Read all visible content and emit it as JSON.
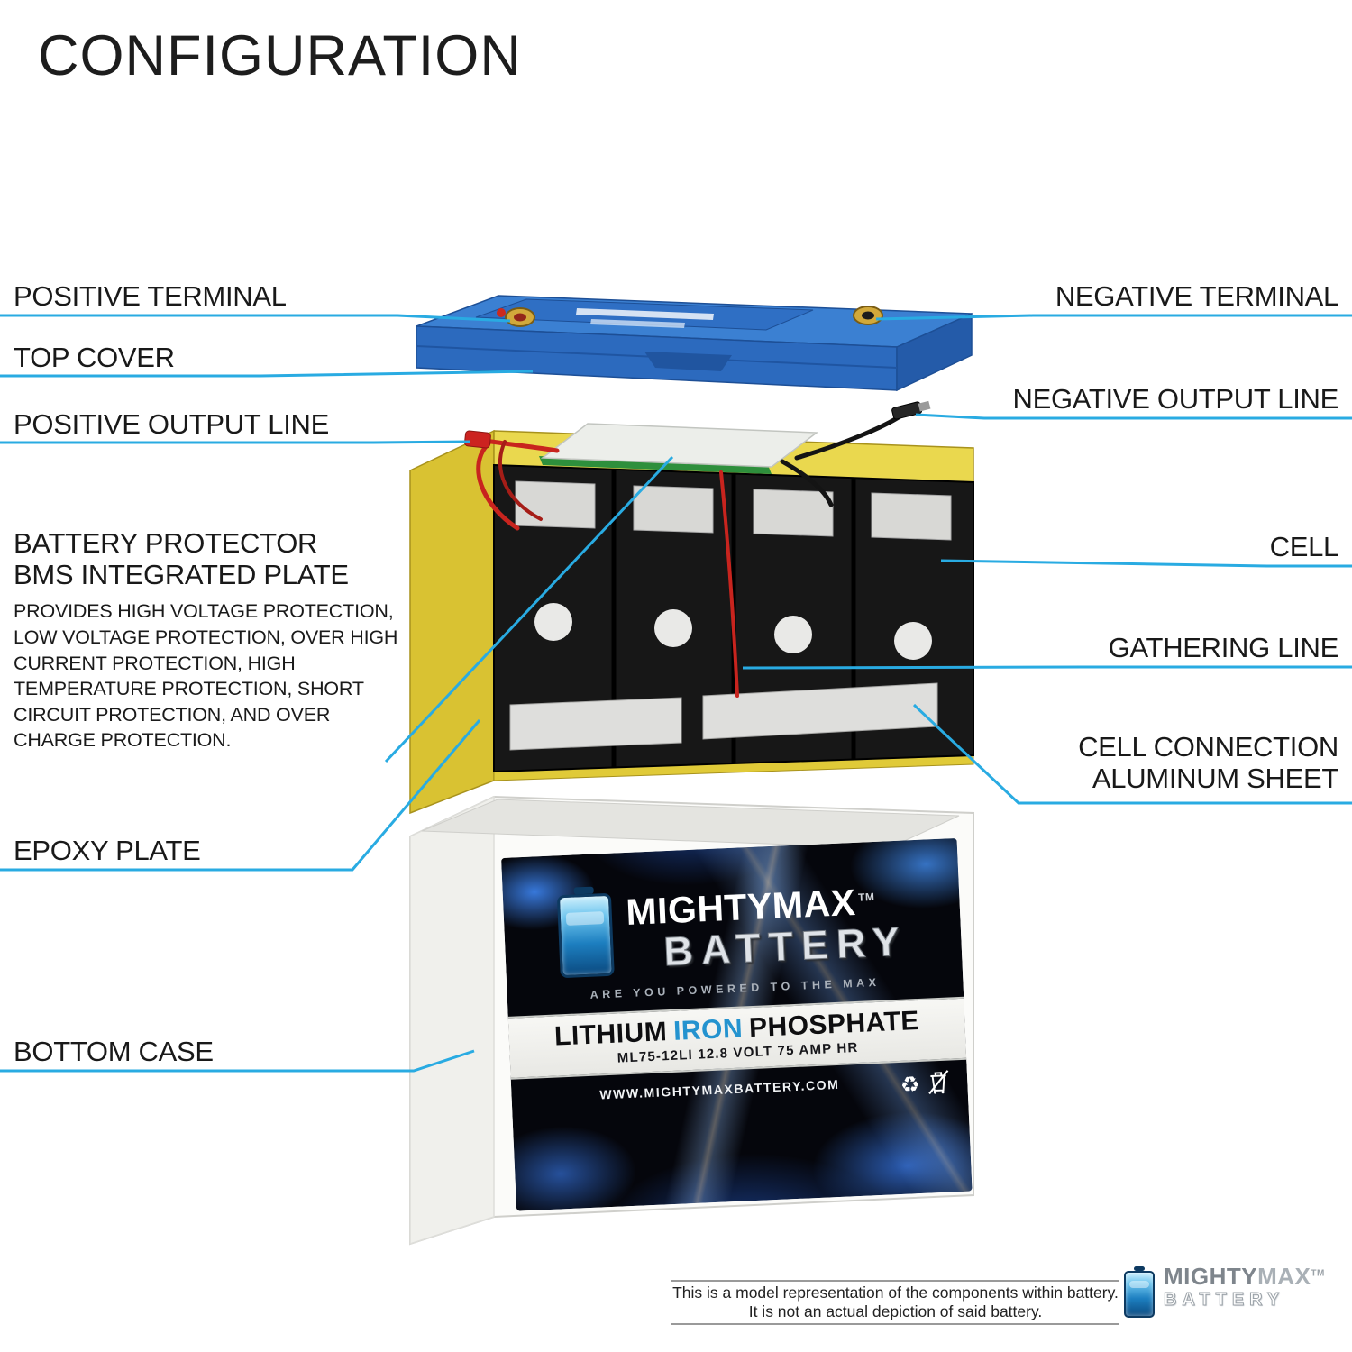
{
  "title": "CONFIGURATION",
  "accent_color": "#29abe2",
  "labels": {
    "positive_terminal": "POSITIVE TERMINAL",
    "top_cover": "TOP COVER",
    "positive_output_line": "POSITIVE OUTPUT LINE",
    "battery_protector": {
      "line1": "BATTERY PROTECTOR",
      "line2": "BMS INTEGRATED PLATE",
      "description": "PROVIDES HIGH VOLTAGE PROTECTION, LOW VOLTAGE PROTECTION, OVER HIGH CURRENT PROTECTION, HIGH TEMPERATURE PROTECTION, SHORT CIRCUIT PROTECTION, AND OVER CHARGE PROTECTION."
    },
    "epoxy_plate": "EPOXY PLATE",
    "bottom_case": "BOTTOM CASE",
    "negative_terminal": "NEGATIVE TERMINAL",
    "negative_output_line": "NEGATIVE OUTPUT LINE",
    "cell": "CELL",
    "gathering_line": "GATHERING LINE",
    "cell_connection": {
      "line1": "CELL CONNECTION",
      "line2": "ALUMINUM SHEET"
    }
  },
  "battery_label": {
    "brand_part1": "MIGHTY",
    "brand_part2": "MAX",
    "trademark": "TM",
    "brand_sub": "BATTERY",
    "tagline": "ARE YOU POWERED TO THE MAX",
    "chemistry": {
      "word1": "LITHIUM",
      "word2": "IRON",
      "word3": "PHOSPHATE"
    },
    "model": "ML75-12LI 12.8 VOLT 75 AMP HR",
    "website": "WWW.MIGHTYMAXBATTERY.COM",
    "icons": [
      {
        "name": "recycle-icon",
        "glyph": "♻"
      },
      {
        "name": "weee-bin-icon",
        "glyph": "crossed-out-bin"
      }
    ]
  },
  "footer": {
    "disclaimer_line1": "This is a model representation of the components within battery.",
    "disclaimer_line2": "It is not an actual depiction of said battery.",
    "brand_part1": "MIGHTY",
    "brand_part2": "MAX",
    "trademark": "TM",
    "brand_sub": "BATTERY"
  },
  "part_colors": {
    "top_cover_blue": "#2e72c8",
    "case_yellow": "#e8d44a",
    "cell_black": "#171717",
    "bottom_case_white": "#fbfbf9",
    "wire_red": "#c8241e",
    "wire_black": "#141414"
  }
}
